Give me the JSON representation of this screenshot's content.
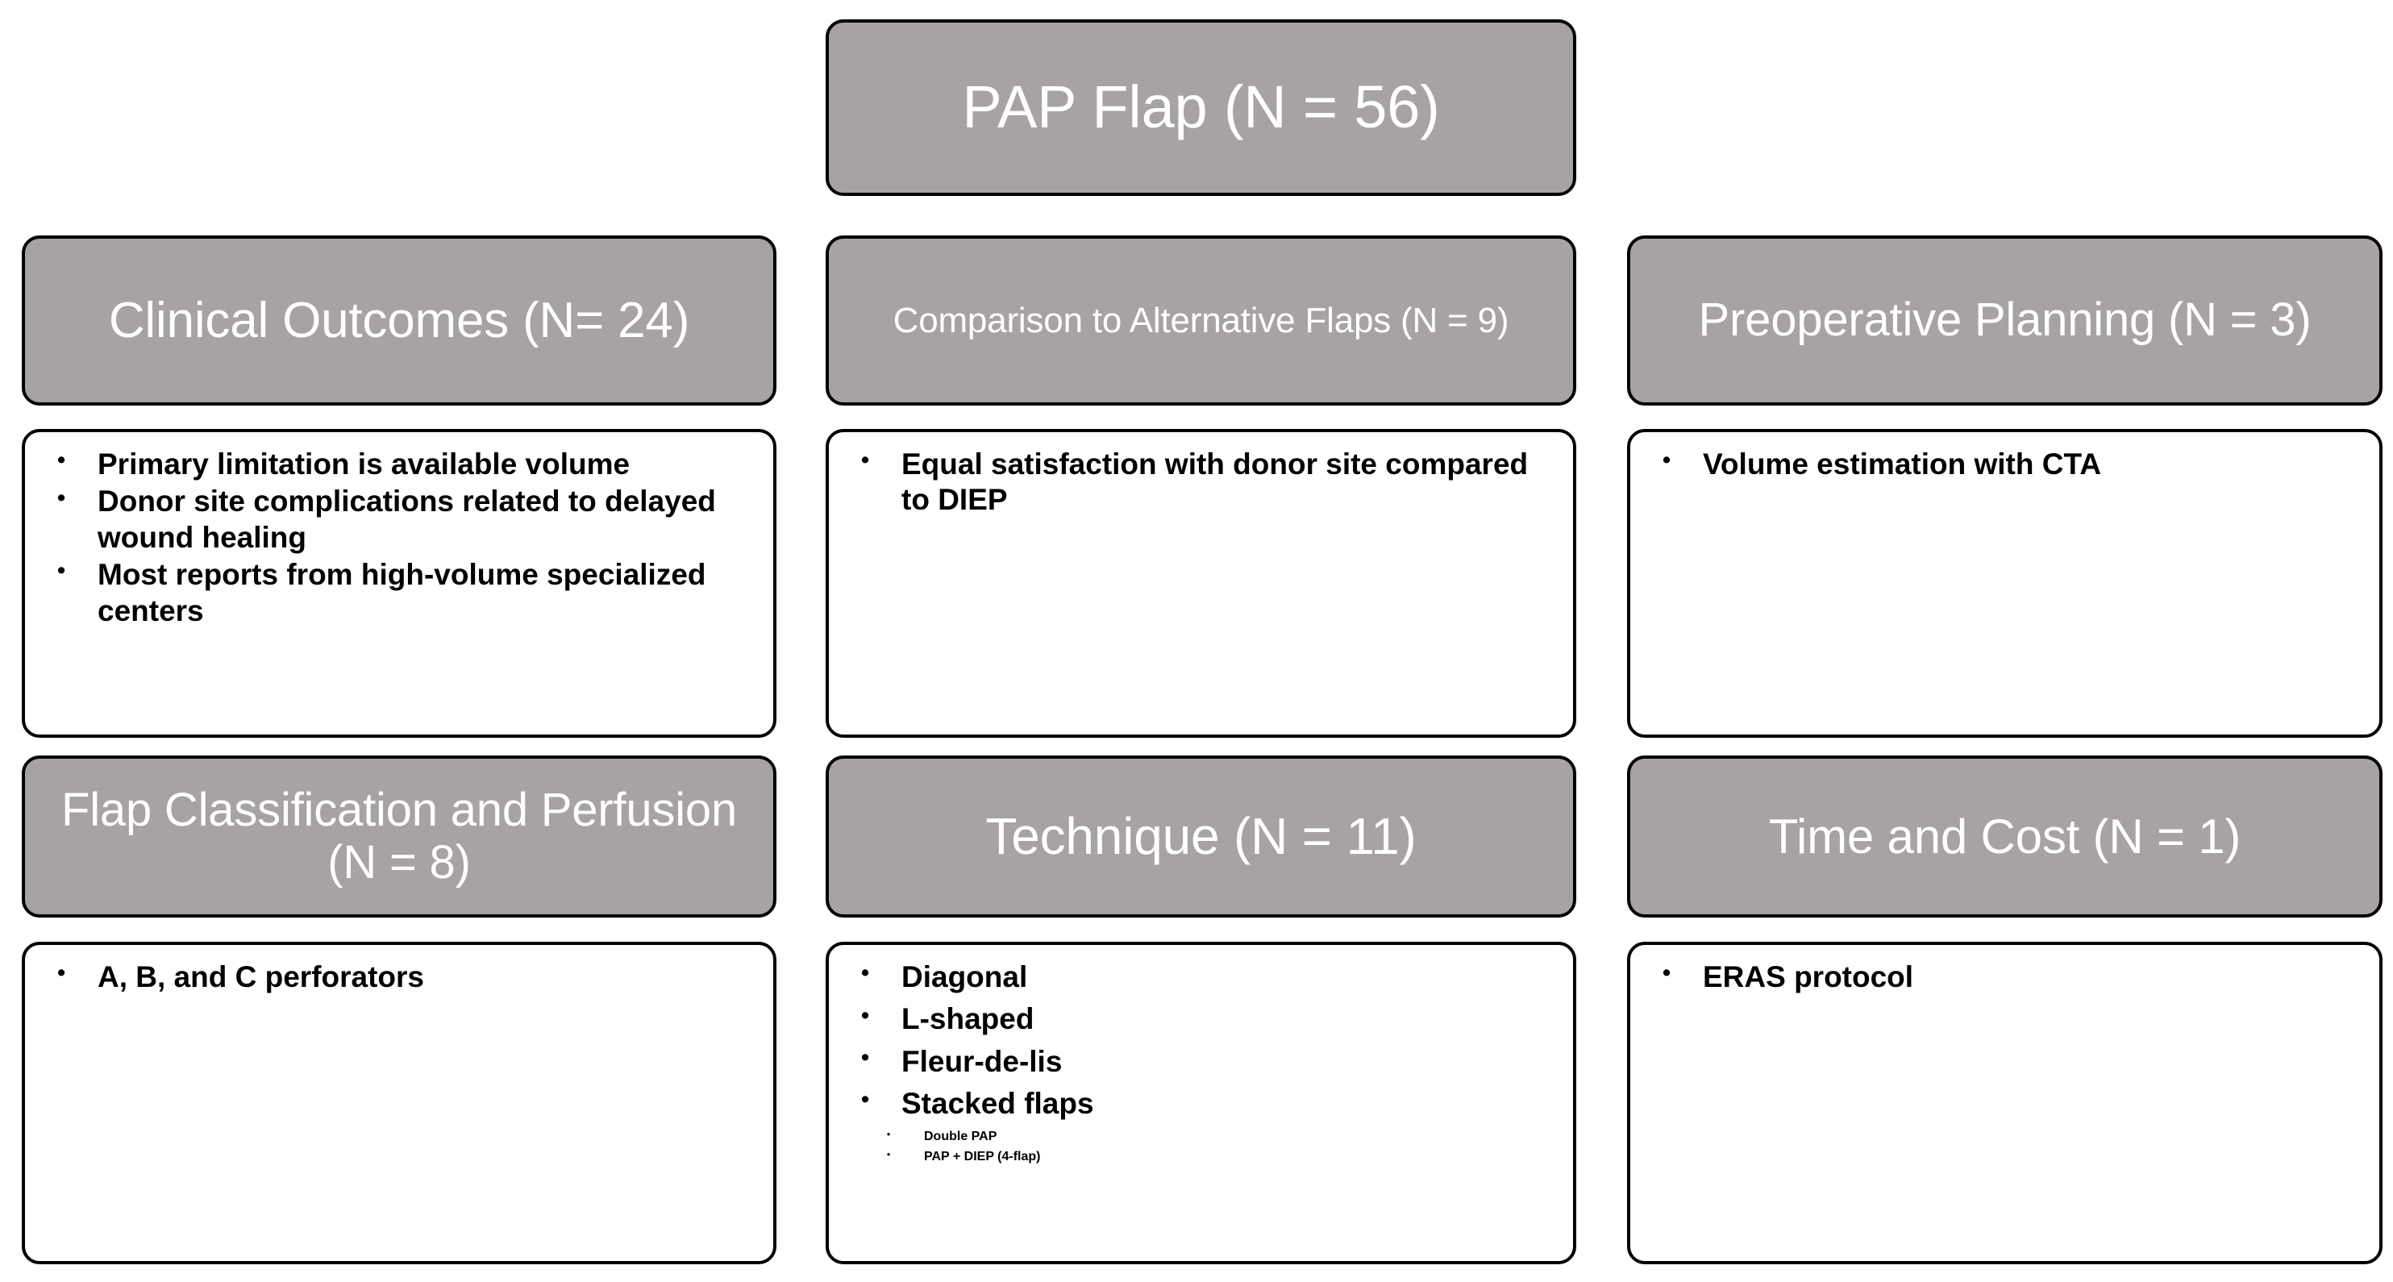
{
  "title_box": {
    "label": "PAP Flap (N = 56)"
  },
  "theme": {
    "header_fill": "#a8a3a3",
    "header_text_color": "#ffffff",
    "body_fill": "#ffffff",
    "body_text_color": "#000000",
    "border_color": "#000000"
  },
  "categories": [
    {
      "id": "clinical-outcomes",
      "header": "Clinical Outcomes (N= 24)",
      "bullets": [
        "Primary limitation is available volume",
        "Donor site complications related to delayed wound healing",
        "Most reports from high-volume specialized centers"
      ]
    },
    {
      "id": "comparison-alternative-flaps",
      "header": "Comparison to Alternative Flaps (N = 9)",
      "bullets": [
        "Equal satisfaction with donor site compared to DIEP"
      ]
    },
    {
      "id": "preoperative-planning",
      "header": "Preoperative Planning (N = 3)",
      "bullets": [
        "Volume estimation with CTA"
      ]
    },
    {
      "id": "flap-classification-perfusion",
      "header": "Flap Classification and Perfusion (N = 8)",
      "bullets": [
        "A, B, and C perforators"
      ]
    },
    {
      "id": "technique",
      "header": "Technique (N = 11)",
      "bullets": [
        "Diagonal",
        "L-shaped",
        "Fleur-de-lis",
        "Stacked flaps"
      ],
      "sub_bullets": [
        "Double PAP",
        "PAP + DIEP (4-flap)"
      ]
    },
    {
      "id": "time-and-cost",
      "header": "Time and Cost (N = 1)",
      "bullets": [
        "ERAS protocol"
      ]
    }
  ]
}
